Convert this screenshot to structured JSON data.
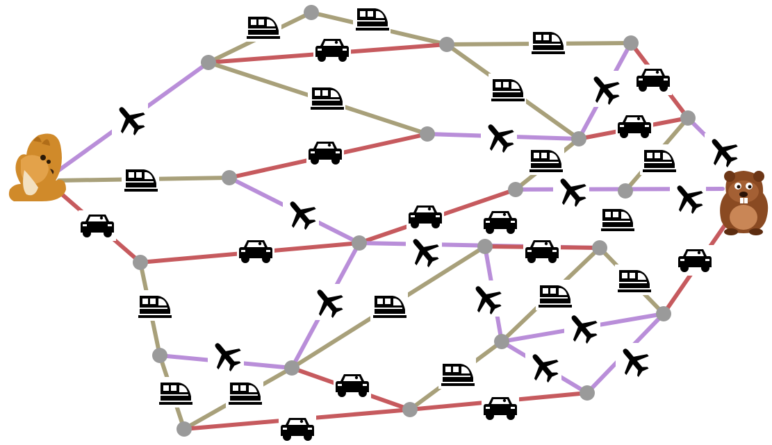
{
  "diagram": {
    "start": "squirrel",
    "end": "beaver",
    "colors": {
      "train": "#a8a07a",
      "car": "#c65a5e",
      "plane": "#b98ed9",
      "node": "#9a9a9a",
      "icon": "#000000"
    },
    "nodes": [
      {
        "id": "S"
      },
      {
        "id": "E"
      },
      {
        "id": "A"
      },
      {
        "id": "B"
      },
      {
        "id": "C"
      },
      {
        "id": "D"
      },
      {
        "id": "F"
      },
      {
        "id": "G"
      },
      {
        "id": "H"
      },
      {
        "id": "I"
      },
      {
        "id": "J"
      },
      {
        "id": "K"
      },
      {
        "id": "L"
      },
      {
        "id": "M"
      },
      {
        "id": "N"
      },
      {
        "id": "O"
      },
      {
        "id": "P"
      },
      {
        "id": "Q"
      },
      {
        "id": "R"
      },
      {
        "id": "T"
      },
      {
        "id": "U"
      },
      {
        "id": "V"
      },
      {
        "id": "W"
      }
    ],
    "edges": [
      {
        "from": "S",
        "to": "F",
        "mode": "plane"
      },
      {
        "from": "S",
        "to": "J",
        "mode": "train"
      },
      {
        "from": "S",
        "to": "L",
        "mode": "car"
      },
      {
        "from": "F",
        "to": "A",
        "mode": "train"
      },
      {
        "from": "A",
        "to": "B",
        "mode": "train"
      },
      {
        "from": "F",
        "to": "B",
        "mode": "car"
      },
      {
        "from": "B",
        "to": "C",
        "mode": "train"
      },
      {
        "from": "F",
        "to": "G",
        "mode": "train"
      },
      {
        "from": "B",
        "to": "H",
        "mode": "train"
      },
      {
        "from": "C",
        "to": "H",
        "mode": "plane"
      },
      {
        "from": "C",
        "to": "D",
        "mode": "car"
      },
      {
        "from": "D",
        "to": "E",
        "mode": "plane"
      },
      {
        "from": "G",
        "to": "H",
        "mode": "plane"
      },
      {
        "from": "H",
        "to": "D",
        "mode": "car"
      },
      {
        "from": "J",
        "to": "G",
        "mode": "car"
      },
      {
        "from": "J",
        "to": "K",
        "mode": "plane"
      },
      {
        "from": "K",
        "to": "I",
        "mode": "car"
      },
      {
        "from": "I",
        "to": "H",
        "mode": "train"
      },
      {
        "from": "I",
        "to": "P",
        "mode": "plane"
      },
      {
        "from": "P",
        "to": "D",
        "mode": "train"
      },
      {
        "from": "P",
        "to": "E",
        "mode": "plane"
      },
      {
        "from": "I",
        "to": "O",
        "mode": "car"
      },
      {
        "from": "K",
        "to": "R",
        "mode": "plane"
      },
      {
        "from": "K",
        "to": "M",
        "mode": "plane"
      },
      {
        "from": "L",
        "to": "K",
        "mode": "car"
      },
      {
        "from": "M",
        "to": "O",
        "mode": "car"
      },
      {
        "from": "O",
        "to": "Q",
        "mode": "car"
      },
      {
        "from": "L",
        "to": "N",
        "mode": "train"
      },
      {
        "from": "N",
        "to": "R",
        "mode": "plane"
      },
      {
        "from": "N",
        "to": "T",
        "mode": "train"
      },
      {
        "from": "T",
        "to": "R",
        "mode": "train"
      },
      {
        "from": "R",
        "to": "M",
        "mode": "train"
      },
      {
        "from": "R",
        "to": "U",
        "mode": "car"
      },
      {
        "from": "T",
        "to": "U",
        "mode": "car"
      },
      {
        "from": "M",
        "to": "V",
        "mode": "plane"
      },
      {
        "from": "V",
        "to": "U",
        "mode": "train"
      },
      {
        "from": "V",
        "to": "W",
        "mode": "plane"
      },
      {
        "from": "V",
        "to": "Q",
        "mode": "train"
      },
      {
        "from": "Q",
        "to": "Y",
        "mode": "train"
      },
      {
        "from": "V",
        "to": "Y",
        "mode": "plane"
      },
      {
        "from": "U",
        "to": "W",
        "mode": "car"
      },
      {
        "from": "W",
        "to": "Y",
        "mode": "plane"
      },
      {
        "from": "Y",
        "to": "E",
        "mode": "car"
      }
    ]
  }
}
